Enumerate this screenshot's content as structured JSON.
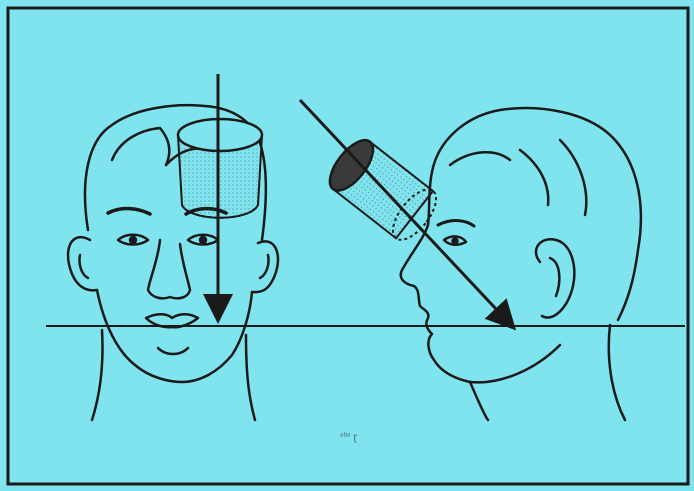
{
  "colors": {
    "background": "#7fe4ee",
    "ink": "#1a1a1a",
    "cylinder_cap": "#3a3a3a"
  },
  "figure": {
    "left_panel": "front-view-head",
    "right_panel": "profile-view-head",
    "left_beam_direction": "vertical",
    "right_beam_direction": "oblique"
  },
  "scribble": "ᵃᵇᵃ ɽ"
}
